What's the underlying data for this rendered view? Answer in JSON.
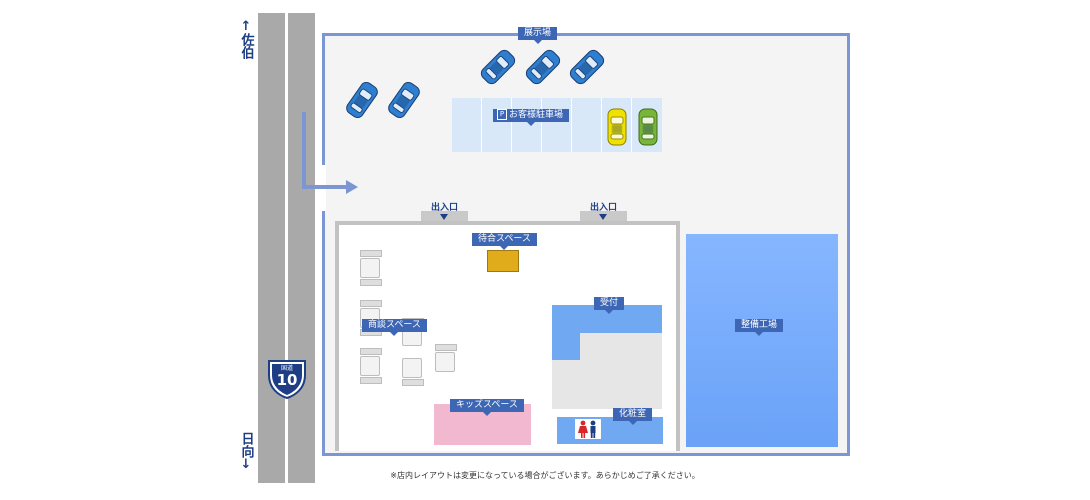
{
  "road": {
    "north_destination": "佐伯",
    "south_destination": "日向",
    "route_prefix": "国道",
    "route_number": "10"
  },
  "areas": {
    "showroom_label": "展示場",
    "customer_parking_label": "お客様駐車場",
    "customer_parking_badge": "P",
    "entrance_left_label": "出入口",
    "entrance_right_label": "出入口",
    "waiting_label": "待合スペース",
    "meeting_label": "商談スペース",
    "reception_label": "受付",
    "restroom_label": "化粧室",
    "kids_label": "キッズスペース",
    "service_label": "整備工場"
  },
  "note": "※店内レイアウトは変更になっている場合がございます。あらかじめご了承ください。",
  "colors": {
    "road": "#a9a9a9",
    "label_bg": "#3d66b5",
    "lot_border": "#7b96d3",
    "car_blue": "#2f7fd0",
    "car_yellow": "#f0e200",
    "car_green": "#79b539",
    "service": "#7aaeff",
    "reception": "#70a8f2",
    "kids": "#f2b8d0",
    "waiting": "#e0ac1c"
  }
}
